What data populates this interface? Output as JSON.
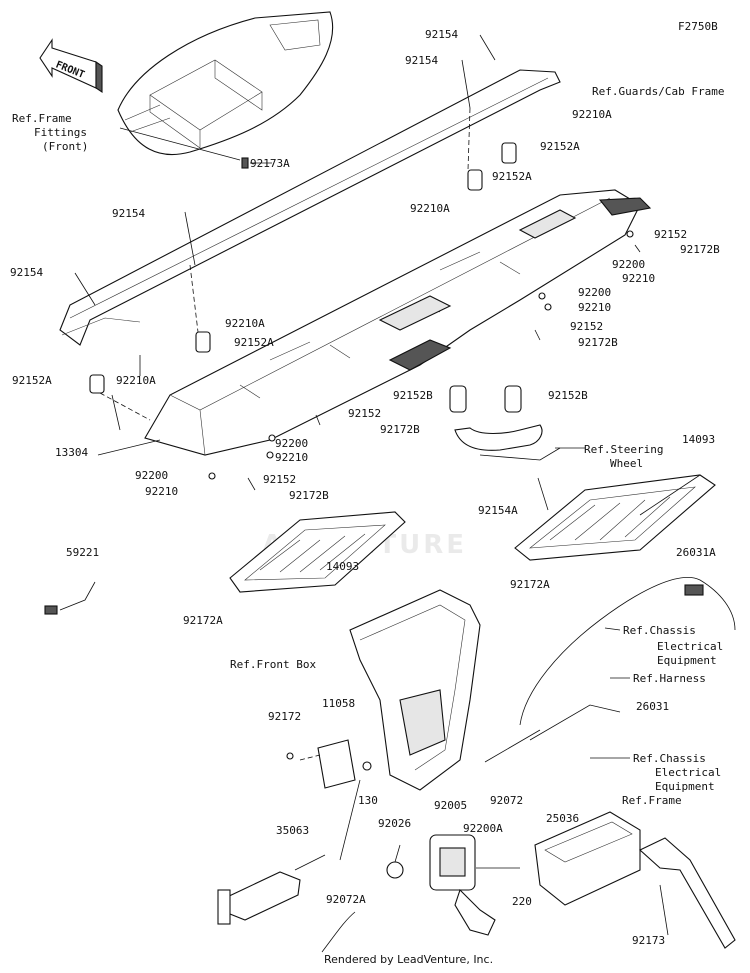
{
  "diagram_id": "F2750B",
  "footer": "Rendered by LeadVenture, Inc.",
  "watermark": "ADVENTURE",
  "front_label": "FRONT",
  "labels": [
    {
      "id": "l1",
      "text": "92154"
    },
    {
      "id": "l2",
      "text": "92154"
    },
    {
      "id": "l3",
      "text": "Ref.Guards/Cab Frame"
    },
    {
      "id": "l4",
      "text": "92210A"
    },
    {
      "id": "l5",
      "text": "Ref.Frame"
    },
    {
      "id": "l6",
      "text": "Fittings"
    },
    {
      "id": "l7",
      "text": "(Front)"
    },
    {
      "id": "l8",
      "text": "92152A"
    },
    {
      "id": "l9",
      "text": "92173A"
    },
    {
      "id": "l10",
      "text": "92152A"
    },
    {
      "id": "l11",
      "text": "92210A"
    },
    {
      "id": "l12",
      "text": "92154"
    },
    {
      "id": "l13",
      "text": "92152"
    },
    {
      "id": "l14",
      "text": "92172B"
    },
    {
      "id": "l15",
      "text": "92154"
    },
    {
      "id": "l16",
      "text": "92200"
    },
    {
      "id": "l17",
      "text": "92210"
    },
    {
      "id": "l18",
      "text": "92200"
    },
    {
      "id": "l19",
      "text": "92210"
    },
    {
      "id": "l20",
      "text": "92210A"
    },
    {
      "id": "l21",
      "text": "92152A"
    },
    {
      "id": "l22",
      "text": "92152"
    },
    {
      "id": "l23",
      "text": "92172B"
    },
    {
      "id": "l24",
      "text": "92152A"
    },
    {
      "id": "l25",
      "text": "92210A"
    },
    {
      "id": "l26",
      "text": "92152B"
    },
    {
      "id": "l27",
      "text": "92152B"
    },
    {
      "id": "l28",
      "text": "92152"
    },
    {
      "id": "l29",
      "text": "92172B"
    },
    {
      "id": "l30",
      "text": "13304"
    },
    {
      "id": "l31",
      "text": "92200"
    },
    {
      "id": "l32",
      "text": "92210"
    },
    {
      "id": "l33",
      "text": "Ref.Steering"
    },
    {
      "id": "l34",
      "text": "Wheel"
    },
    {
      "id": "l35",
      "text": "14093"
    },
    {
      "id": "l36",
      "text": "92200"
    },
    {
      "id": "l37",
      "text": "92210"
    },
    {
      "id": "l38",
      "text": "92152"
    },
    {
      "id": "l39",
      "text": "92172B"
    },
    {
      "id": "l40",
      "text": "92154A"
    },
    {
      "id": "l41",
      "text": "59221"
    },
    {
      "id": "l42",
      "text": "26031A"
    },
    {
      "id": "l43",
      "text": "14093"
    },
    {
      "id": "l44",
      "text": "92172A"
    },
    {
      "id": "l45",
      "text": "92172A"
    },
    {
      "id": "l46",
      "text": "Ref.Chassis"
    },
    {
      "id": "l47",
      "text": "Electrical"
    },
    {
      "id": "l48",
      "text": "Equipment"
    },
    {
      "id": "l49",
      "text": "Ref.Front Box"
    },
    {
      "id": "l50",
      "text": "Ref.Harness"
    },
    {
      "id": "l51",
      "text": "26031"
    },
    {
      "id": "l52",
      "text": "92172"
    },
    {
      "id": "l53",
      "text": "11058"
    },
    {
      "id": "l54",
      "text": "Ref.Chassis"
    },
    {
      "id": "l55",
      "text": "Electrical"
    },
    {
      "id": "l56",
      "text": "Equipment"
    },
    {
      "id": "l57",
      "text": "130"
    },
    {
      "id": "l58",
      "text": "92072"
    },
    {
      "id": "l59",
      "text": "25036"
    },
    {
      "id": "l60",
      "text": "35063"
    },
    {
      "id": "l61",
      "text": "92026"
    },
    {
      "id": "l62",
      "text": "92005"
    },
    {
      "id": "l63",
      "text": "92200A"
    },
    {
      "id": "l64",
      "text": "Ref.Frame"
    },
    {
      "id": "l65",
      "text": "220"
    },
    {
      "id": "l66",
      "text": "92072A"
    },
    {
      "id": "l67",
      "text": "92173"
    }
  ]
}
